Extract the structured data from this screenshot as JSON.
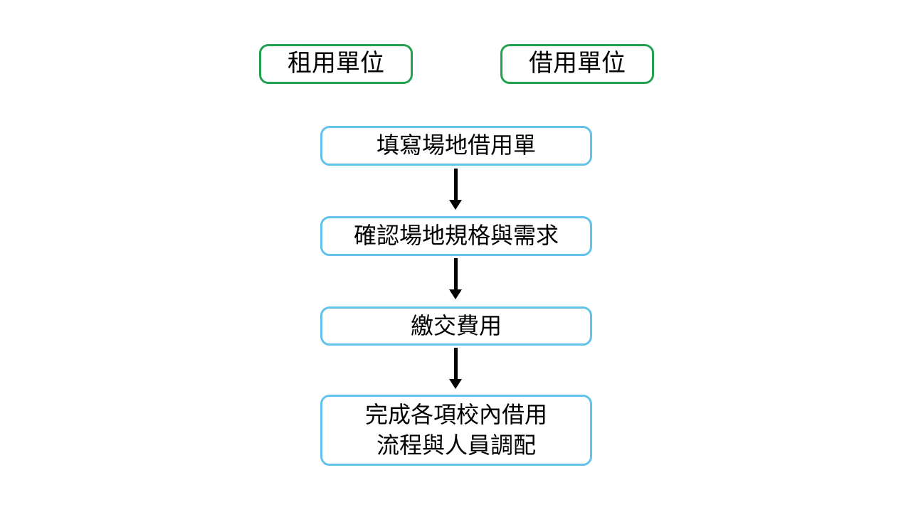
{
  "slide": {
    "background": "#ffffff"
  },
  "colors": {
    "green_border": "#22a24e",
    "blue_border": "#62c2ea",
    "arrow": "#000000",
    "text": "#000000",
    "box_fill": "#ffffff"
  },
  "top_boxes": [
    {
      "label": "租用單位"
    },
    {
      "label": "借用單位"
    }
  ],
  "flow_steps": [
    {
      "label": "填寫場地借用單"
    },
    {
      "label": "確認場地規格與需求"
    },
    {
      "label": "繳交費用"
    },
    {
      "label": "完成各項校內借用\n流程與人員調配"
    }
  ],
  "arrows": [
    {
      "name": "arrow-step1-to-step2"
    },
    {
      "name": "arrow-step2-to-step3"
    },
    {
      "name": "arrow-step3-to-step4"
    }
  ]
}
